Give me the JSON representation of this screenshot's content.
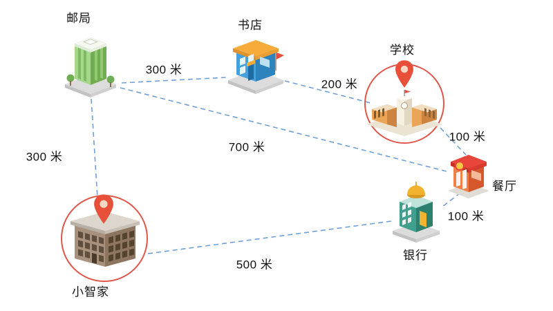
{
  "scene": {
    "title": "distance-map",
    "background": "#ffffff"
  },
  "nodes": {
    "post_office": {
      "label": "邮局",
      "highlighted": false
    },
    "bookstore": {
      "label": "书店",
      "highlighted": false
    },
    "school": {
      "label": "学校",
      "highlighted": true
    },
    "restaurant": {
      "label": "餐厅",
      "highlighted": false
    },
    "bank": {
      "label": "银行",
      "highlighted": false
    },
    "home": {
      "label": "小智家",
      "highlighted": true
    }
  },
  "edges": [
    {
      "from": "邮局",
      "to": "书店",
      "label": "300 米"
    },
    {
      "from": "书店",
      "to": "学校",
      "label": "200 米"
    },
    {
      "from": "学校",
      "to": "餐厅",
      "label": "100 米"
    },
    {
      "from": "餐厅",
      "to": "银行",
      "label": "100 米"
    },
    {
      "from": "邮局",
      "to": "餐厅",
      "label": "700 米"
    },
    {
      "from": "邮局",
      "to": "小智家",
      "label": "300 米"
    },
    {
      "from": "小智家",
      "to": "银行",
      "label": "500 米"
    }
  ],
  "colors": {
    "edge_line": "#6f9fd8",
    "highlight_circle": "#e0554a",
    "pin": "#e8503a",
    "label_text": "#111111"
  }
}
